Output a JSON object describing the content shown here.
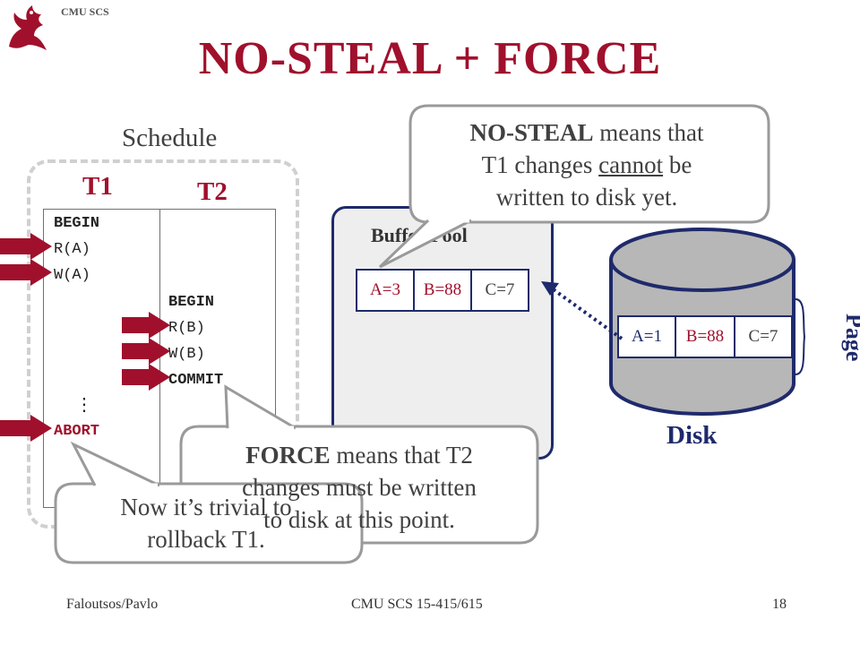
{
  "header": {
    "label": "CMU SCS",
    "title": "NO-STEAL + FORCE"
  },
  "schedule": {
    "label": "Schedule",
    "t1": "T1",
    "t2": "T2",
    "t1_ops": [
      "BEGIN",
      "R(A)",
      "W(A)"
    ],
    "t2_ops": [
      "BEGIN",
      "R(B)",
      "W(B)",
      "COMMIT"
    ],
    "ellipsis": "⋮",
    "abort": "ABORT"
  },
  "buffer_pool": {
    "label": "Buffer Pool",
    "cells": [
      {
        "text": "A=3",
        "color": "#a0102c"
      },
      {
        "text": "B=88",
        "color": "#a0102c"
      },
      {
        "text": "C=7",
        "color": "#404040"
      }
    ]
  },
  "disk": {
    "label": "Disk",
    "page_label": "Page",
    "cells": [
      {
        "text": "A=1",
        "color": "#1f2a6b"
      },
      {
        "text": "B=88",
        "color": "#a0102c"
      },
      {
        "text": "C=7",
        "color": "#404040"
      }
    ]
  },
  "callouts": {
    "no_steal": {
      "bold": "NO-STEAL",
      "line1_rest": " means that",
      "line2_pre": "T1 changes ",
      "line2_underline": "cannot",
      "line2_post": " be",
      "line3": "written to disk yet."
    },
    "force": {
      "bold": "FORCE",
      "line1_rest": " means that T2",
      "line2": "changes must be written",
      "line3": "to disk at this point."
    },
    "rollback": {
      "line1": "Now it’s trivial to",
      "line2": "rollback T1."
    }
  },
  "footer": {
    "left": "Faloutsos/Pavlo",
    "center": "CMU SCS 15-415/615",
    "page": "18"
  },
  "colors": {
    "accent": "#a0102c",
    "navy": "#1f2a6b",
    "disk_gray": "#b7b7b7"
  }
}
